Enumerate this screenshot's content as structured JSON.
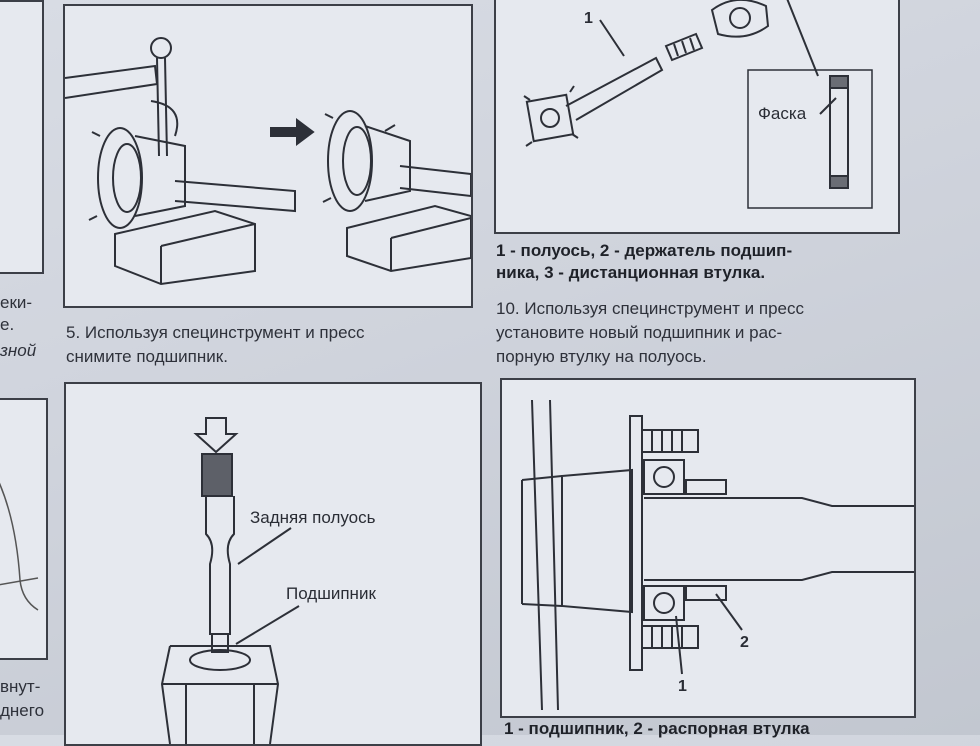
{
  "left_margin": {
    "frag_1": "еки-",
    "frag_2": "е.",
    "frag_3": "зной",
    "frag_4": "внут-",
    "frag_5": "днего"
  },
  "fig_top_left": {
    "caption_line1": "5. Используя специнструмент и пресс",
    "caption_line2": "снимите подшипник."
  },
  "fig_top_right": {
    "callout_1": "1",
    "label_chamfer": "Фаска",
    "legend_line1": "1 - полуось, 2 - держатель подшип-",
    "legend_line2": "ника, 3 - дистанционная втулка.",
    "step_line1": "10. Используя специнструмент и пресс",
    "step_line2": "установите новый подшипник и рас-",
    "step_line3": "порную втулку на полуось."
  },
  "fig_bottom_left": {
    "label_axle": "Задняя полуось",
    "label_bearing": "Подшипник"
  },
  "fig_bottom_right": {
    "callout_1": "1",
    "callout_2": "2",
    "legend": "1 - подшипник, 2 - распорная втулка"
  }
}
